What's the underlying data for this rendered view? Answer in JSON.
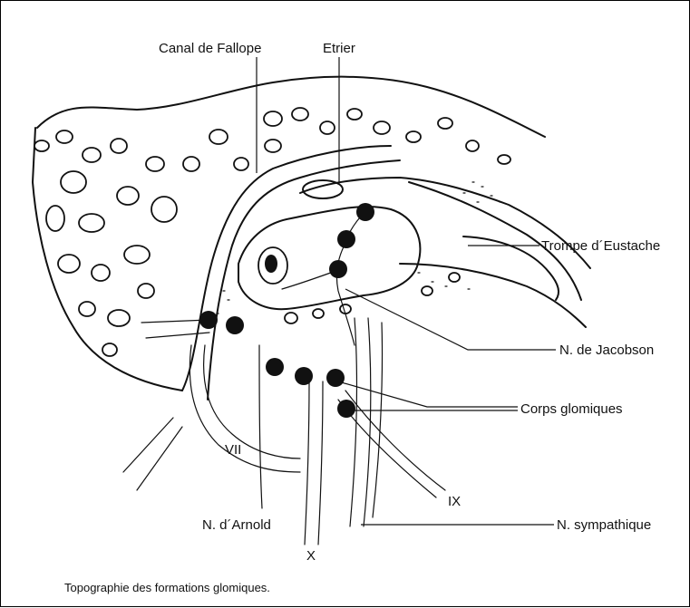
{
  "labels": {
    "canal_de_fallope": "Canal de Fallope",
    "etrier": "Etrier",
    "trompe_d_eustache": "Trompe d´Eustache",
    "n_de_jacobson": "N. de Jacobson",
    "corps_glomiques": "Corps   glomiques",
    "n_sympathique": "N. sympathique",
    "n_d_arnold": "N. d´Arnold",
    "vii": "VII",
    "ix": "IX",
    "x": "X"
  },
  "caption": "Topographie des formations glomiques.",
  "colors": {
    "ink": "#111111",
    "background": "#ffffff"
  }
}
